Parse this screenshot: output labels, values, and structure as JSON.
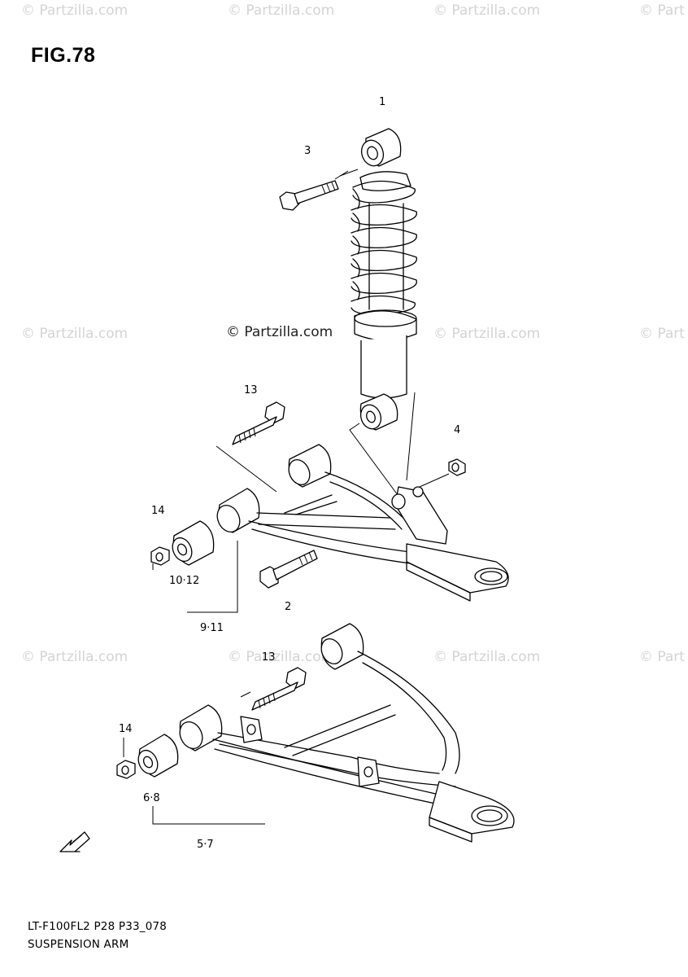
{
  "figure_title": "FIG.78",
  "watermark_text": "© Partzilla.com",
  "watermark_edge_text": "© Part",
  "center_watermark": "© Partzilla.com",
  "callouts": {
    "c1": "1",
    "c3": "3",
    "c13_upper": "13",
    "c4": "4",
    "c14_upper": "14",
    "c10_12": "10·12",
    "c2": "2",
    "c9_11": "9·11",
    "c13_lower": "13",
    "c14_lower": "14",
    "c6_8": "6·8",
    "c5_7": "5·7"
  },
  "footer": {
    "model_code": "LT-F100FL2 P28 P33_078",
    "section_name": "SUSPENSION ARM"
  },
  "icons": {
    "front_arrow": "front-direction-arrow-icon"
  }
}
